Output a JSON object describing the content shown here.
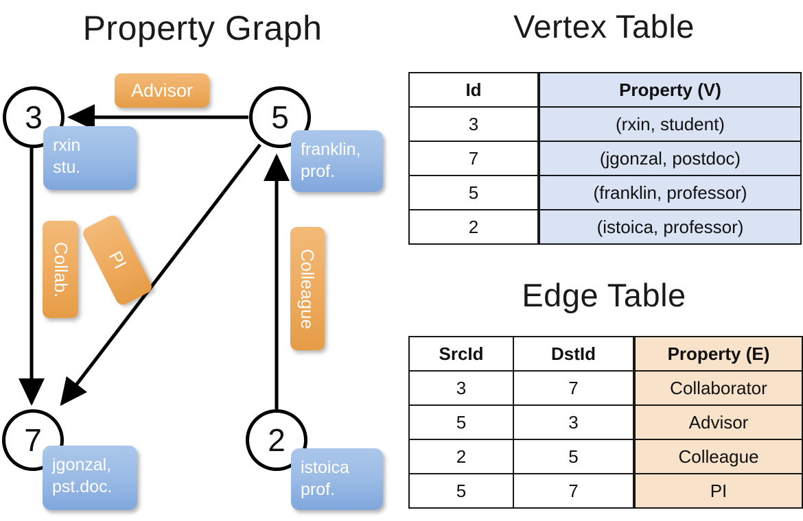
{
  "panels": {
    "graph_title": "Property Graph",
    "vertex_title": "Vertex Table",
    "edge_title": "Edge Table"
  },
  "graph": {
    "nodes": [
      {
        "id": "3",
        "property": "rxin\nstu."
      },
      {
        "id": "5",
        "property": "franklin,\nprof."
      },
      {
        "id": "7",
        "property": "jgonzal,\npst.doc."
      },
      {
        "id": "2",
        "property": "istoica\nprof."
      }
    ],
    "node_labels": {
      "n3": "3",
      "n5": "5",
      "n7": "7",
      "n2": "2"
    },
    "vertex_props": {
      "rxin_line1": "rxin",
      "rxin_line2": "stu.",
      "franklin_line1": "franklin,",
      "franklin_line2": "prof.",
      "jgonzal_line1": "jgonzal,",
      "jgonzal_line2": "pst.doc.",
      "istoica_line1": "istoica",
      "istoica_line2": "prof."
    },
    "edge_labels": {
      "advisor": "Advisor",
      "collab": "Collab.",
      "colleague": "Colleague",
      "pi": "PI"
    },
    "edges": [
      {
        "src": "5",
        "dst": "3",
        "label": "Advisor"
      },
      {
        "src": "3",
        "dst": "7",
        "label": "Collab."
      },
      {
        "src": "5",
        "dst": "7",
        "label": "PI"
      },
      {
        "src": "2",
        "dst": "5",
        "label": "Colleague"
      }
    ]
  },
  "vertex_table": {
    "headers": [
      "Id",
      "Property (V)"
    ],
    "rows": [
      {
        "id": "3",
        "property": "(rxin, student)"
      },
      {
        "id": "7",
        "property": "(jgonzal, postdoc)"
      },
      {
        "id": "5",
        "property": "(franklin, professor)"
      },
      {
        "id": "2",
        "property": "(istoica, professor)"
      }
    ]
  },
  "edge_table": {
    "headers": [
      "SrcId",
      "DstId",
      "Property (E)"
    ],
    "rows": [
      {
        "src": "3",
        "dst": "7",
        "property": "Collaborator"
      },
      {
        "src": "5",
        "dst": "3",
        "property": "Advisor"
      },
      {
        "src": "2",
        "dst": "5",
        "property": "Colleague"
      },
      {
        "src": "5",
        "dst": "7",
        "property": "PI"
      }
    ]
  },
  "colors": {
    "vertex_cell": "#d9e3f4",
    "edge_cell": "#f8e2ca",
    "node_box_blue": "#9dbde6",
    "edge_label_orange": "#eeaa5d",
    "stroke": "#000000"
  }
}
